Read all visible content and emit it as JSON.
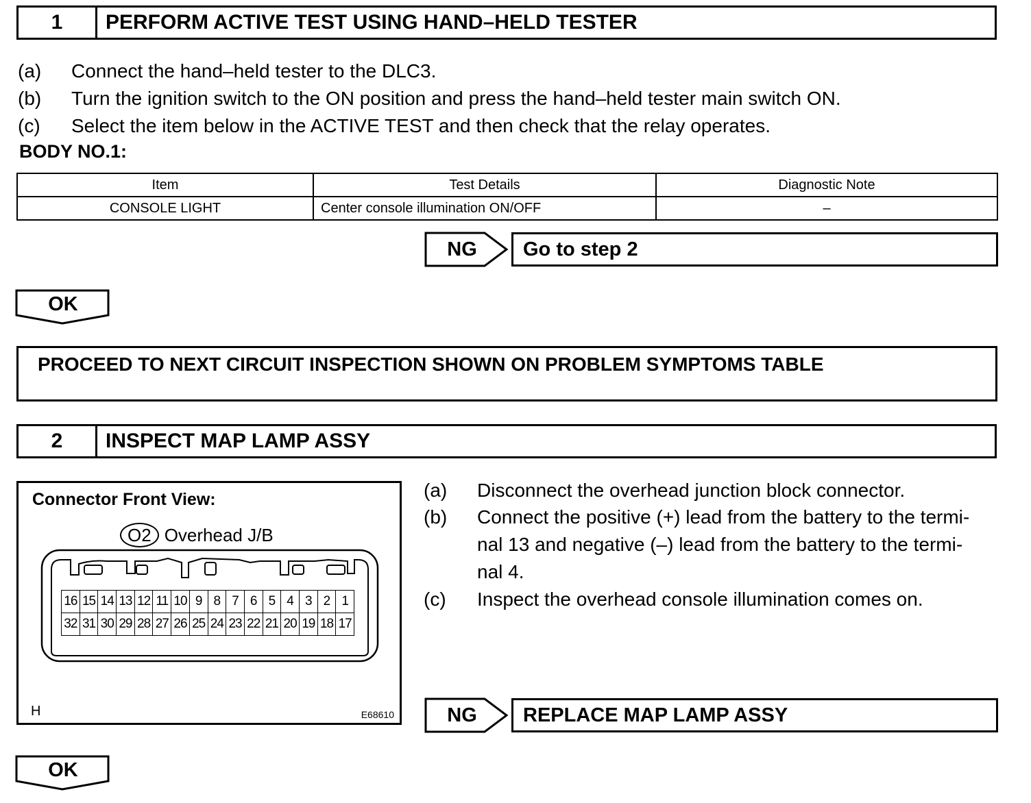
{
  "step1": {
    "number": "1",
    "title": "PERFORM ACTIVE TEST USING HAND–HELD TESTER",
    "instructions": [
      {
        "label": "(a)",
        "text": "Connect the hand–held tester to the DLC3."
      },
      {
        "label": "(b)",
        "text": "Turn the ignition switch to the ON position and press the hand–held tester main switch ON."
      },
      {
        "label": "(c)",
        "text": "Select the item below in the ACTIVE TEST and then check that the relay operates."
      }
    ],
    "body_title": "BODY NO.1:",
    "table": {
      "headers": [
        "Item",
        "Test Details",
        "Diagnostic Note"
      ],
      "rows": [
        [
          "CONSOLE LIGHT",
          "Center console illumination ON/OFF",
          "–"
        ]
      ]
    },
    "ng_label": "NG",
    "ng_text": "Go to step 2",
    "ok_label": "OK",
    "proceed_text": "PROCEED TO NEXT CIRCUIT INSPECTION SHOWN ON PROBLEM SYMPTOMS TABLE"
  },
  "step2": {
    "number": "2",
    "title": "INSPECT MAP LAMP ASSY",
    "figure": {
      "title": "Connector Front View:",
      "connector_id": "O2",
      "connector_name": "Overhead J/B",
      "pins_top": [
        "16",
        "15",
        "14",
        "13",
        "12",
        "11",
        "10",
        "9",
        "8",
        "7",
        "6",
        "5",
        "4",
        "3",
        "2",
        "1"
      ],
      "pins_bottom": [
        "32",
        "31",
        "30",
        "29",
        "28",
        "27",
        "26",
        "25",
        "24",
        "23",
        "22",
        "21",
        "20",
        "19",
        "18",
        "17"
      ],
      "corner_label": "H",
      "code": "E68610"
    },
    "instructions": [
      {
        "label": "(a)",
        "text": "Disconnect the overhead junction block connector."
      },
      {
        "label": "(b)",
        "text": "Connect the positive (+) lead from the battery to the termi-\nnal 13 and negative (–) lead from the battery to the termi-\nnal 4."
      },
      {
        "label": "(c)",
        "text": "Inspect the overhead console illumination comes on."
      }
    ],
    "ng_label": "NG",
    "ng_text": "REPLACE MAP LAMP ASSY",
    "ok_label": "OK"
  }
}
